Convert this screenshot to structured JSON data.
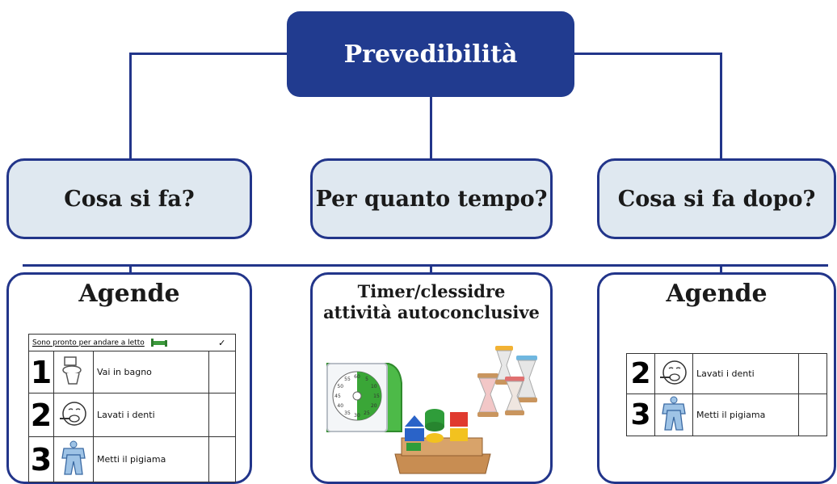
{
  "root": {
    "label": "Prevedibilità"
  },
  "questions": [
    {
      "label": "Cosa si fa?"
    },
    {
      "label": "Per quanto tempo?"
    },
    {
      "label": "Cosa si fa dopo?"
    }
  ],
  "panels": [
    {
      "title": "Agende",
      "agenda_header": "Sono pronto per andare a letto",
      "rows": [
        {
          "num": "1",
          "text": "Vai in bagno",
          "icon": "toilet-icon"
        },
        {
          "num": "2",
          "text": "Lavati i denti",
          "icon": "brush-teeth-icon"
        },
        {
          "num": "3",
          "text": "Metti il pigiama",
          "icon": "pajama-icon"
        }
      ]
    },
    {
      "title_line1": "Timer/clessidre",
      "title_line2": "attività autoconclusive",
      "timer_ticks": [
        "60",
        "5",
        "10",
        "15",
        "20",
        "25",
        "30",
        "35",
        "40",
        "45",
        "50",
        "55"
      ]
    },
    {
      "title": "Agende",
      "rows": [
        {
          "num": "2",
          "text": "Lavati i denti",
          "icon": "brush-teeth-icon"
        },
        {
          "num": "3",
          "text": "Metti il pigiama",
          "icon": "pajama-icon"
        }
      ]
    }
  ],
  "colors": {
    "navy": "#213b8f",
    "light_box": "#dfe8f0",
    "timer_green": "#3aa637"
  }
}
